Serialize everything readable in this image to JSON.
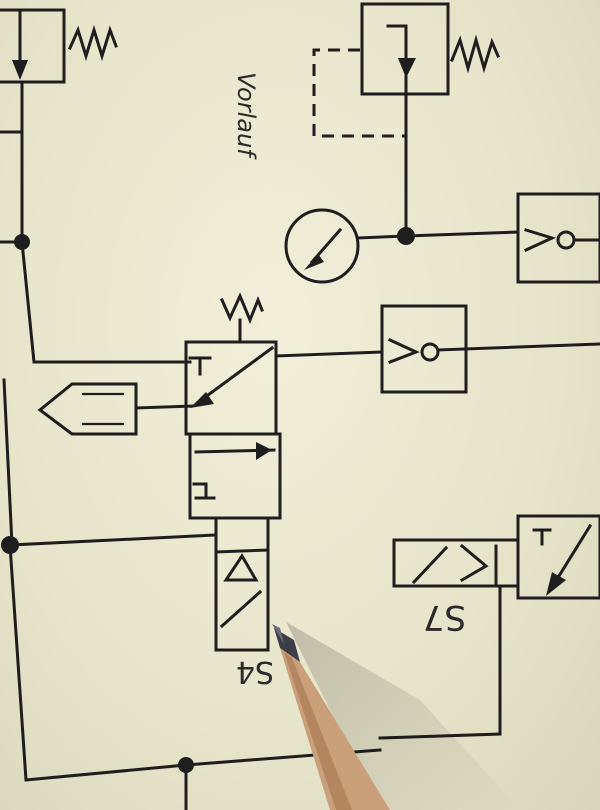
{
  "labels": {
    "vorlauf": "Vorlauf",
    "s4": "S4",
    "s7": "S7"
  },
  "colors": {
    "paper": "#ebe9d2",
    "ink": "#1e1e1e",
    "pencil_wood": "#c9a07a",
    "pencil_lead": "#3c3f48"
  }
}
